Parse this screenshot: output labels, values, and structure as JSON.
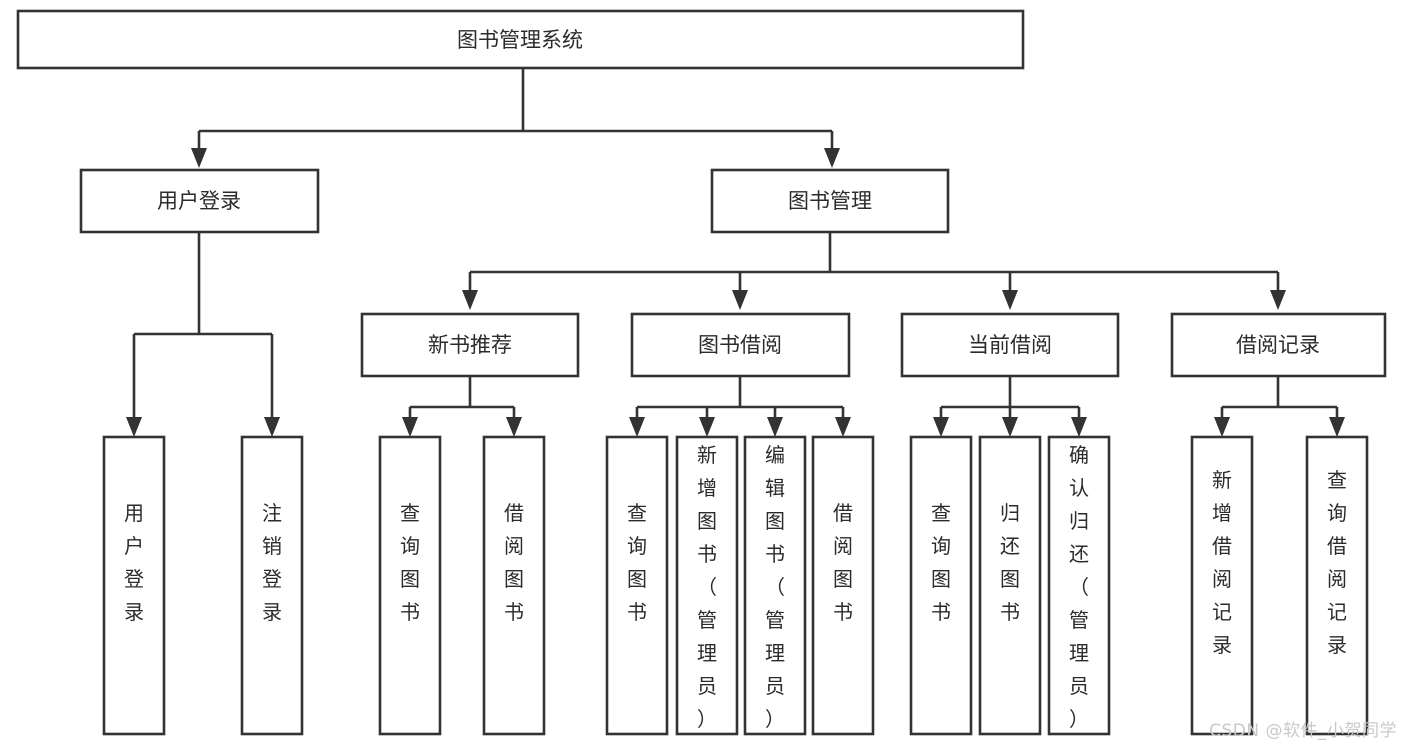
{
  "diagram": {
    "type": "tree-hierarchy",
    "title": "图书管理系统",
    "orientation": "top-down",
    "colors": {
      "box_stroke": "#333333",
      "box_fill": "#ffffff",
      "text": "#2b2b2b",
      "background": "#ffffff",
      "watermark": "#c9c9c9"
    },
    "root": {
      "label": "图书管理系统"
    },
    "level1": [
      {
        "label": "用户登录"
      },
      {
        "label": "图书管理"
      }
    ],
    "level2": [
      {
        "label": "新书推荐"
      },
      {
        "label": "图书借阅"
      },
      {
        "label": "当前借阅"
      },
      {
        "label": "借阅记录"
      }
    ],
    "leaves": {
      "user_login": [
        {
          "label": "用户登录"
        },
        {
          "label": "注销登录"
        }
      ],
      "new_book_recommend": [
        {
          "label": "查询图书"
        },
        {
          "label": "借阅图书"
        }
      ],
      "book_borrow": [
        {
          "label": "查询图书"
        },
        {
          "label": "新增图书（管理员）"
        },
        {
          "label": "编辑图书（管理员）"
        },
        {
          "label": "借阅图书"
        }
      ],
      "current_borrow": [
        {
          "label": "查询图书"
        },
        {
          "label": "归还图书"
        },
        {
          "label": "确认归还（管理员）"
        }
      ],
      "borrow_record": [
        {
          "label": "新增借阅记录"
        },
        {
          "label": "查询借阅记录"
        }
      ]
    }
  },
  "watermark": {
    "text": "CSDN @软件_小贺同学"
  }
}
